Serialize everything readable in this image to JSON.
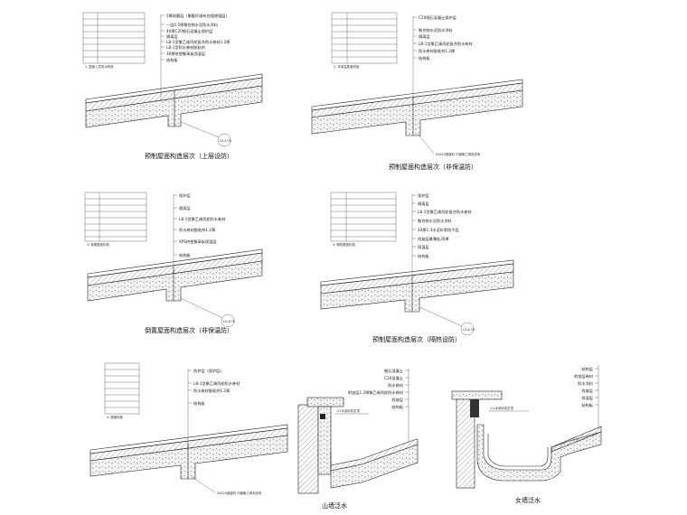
{
  "panels": [
    {
      "caption": "预制屋面构造层次（上层设防）",
      "layers": [
        "5厚耐磨层（聚酯纤维布加强增强层）",
        "一层0.5厚聚合物水泥防水涂料",
        "40厚C20细石混凝土保护层",
        "隔离层",
        "LB-1型聚乙烯丙纶复合防水卷材1.2厚",
        "LB-1型防水卷材胶粘剂",
        "30厚挤塑聚苯板保温层",
        "结构板"
      ],
      "sub": "1: 屋面上层防水构造",
      "tag": "LS-4/70"
    },
    {
      "caption": "预制屋面构造层次（非保温防）",
      "layers": [
        "C20细石混凝土保护层",
        "聚合物水泥防水涂料",
        "隔离层",
        "LB-1型聚乙烯丙纶复合防水卷材",
        "防水卷材胶粘剂1.2厚",
        "结构板"
      ],
      "sub": "2: 非保温屋面构造",
      "note": "20X20嵌缝料 内嵌聚乙烯泡沫条"
    },
    {
      "caption": "倒置屋面构造层次（非保温防）",
      "layers": [
        "保护层",
        "隔离层",
        "LB-1型聚乙烯丙纶防水卷材",
        "防水卷材胶粘剂1.2厚",
        "XPS挤塑聚苯板保温层",
        "结构板"
      ],
      "sub": "3: 倒置屋面构造",
      "tag": "LS-4/70"
    },
    {
      "caption": "预制屋面构造层次（隔热设防）",
      "layers": [
        "保护层",
        "隔离层",
        "LB-1型聚乙烯丙纶复合防水卷材",
        "聚合物水泥防水涂料",
        "20厚1:3水泥砂浆找平层",
        "找坡层最薄处30厚",
        "保温层",
        "结构板"
      ],
      "sub": "4: 隔热屋面构造",
      "tag": "LS-4/70"
    },
    {
      "caption": "",
      "layers": [
        "防护层（保护层）",
        "LB-1型聚乙烯丙纶防水卷材",
        "防水卷材胶粘剂1.2厚",
        "结构板"
      ],
      "sub": "5: 屋面构造",
      "note": "20X20嵌缝料 内嵌聚乙烯泡沫条"
    }
  ],
  "details": [
    {
      "caption": "山墙泛水",
      "layers": [
        "细石混凝土",
        "C20混凝土",
        "防水卷材",
        "附加层1.2厚聚乙烯丙纶防水卷材",
        "找坡层",
        "结构板"
      ],
      "note": "1:2水泥砂浆压顶"
    },
    {
      "caption": "女墙泛水",
      "layers": [
        "结构层",
        "附加层卷材",
        "防水涂料",
        "找坡层",
        "保温层",
        "结构板"
      ],
      "note": "1:2水泥砂浆压顶"
    }
  ]
}
